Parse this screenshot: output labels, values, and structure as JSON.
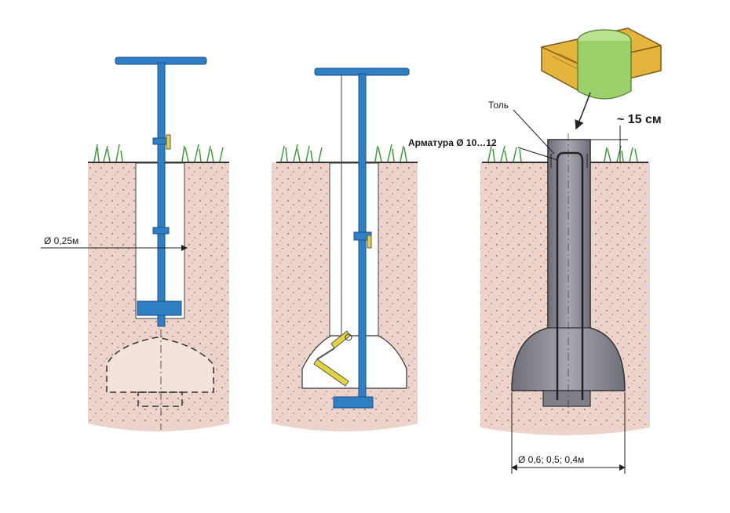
{
  "labels": {
    "left_hole_diameter": "Ø 0,25м",
    "roofing_felt": "Толь",
    "rebar": "Арматура Ø 10…12",
    "height_above_ground": "~ 15 см",
    "base_diameters": "Ø 0,6;  0,5;  0,4м"
  },
  "colors": {
    "soil": "#e9cdc4",
    "soil_dots": "#a0553f",
    "grass": "#3f9a3c",
    "tool_blue": "#2f7fc4",
    "tool_dark": "#1f4f86",
    "concrete": "#8e8f98",
    "formwork_wood": "#e5b43d",
    "formwork_pipe": "#9bd06a",
    "hinge_yellow": "#e3d43f"
  },
  "icons": {
    "auger_left": "hand-drill-icon",
    "auger_middle": "drill-with-expander-icon",
    "pillar_right": "concrete-pile-icon",
    "formwork": "wooden-formwork-icon"
  }
}
